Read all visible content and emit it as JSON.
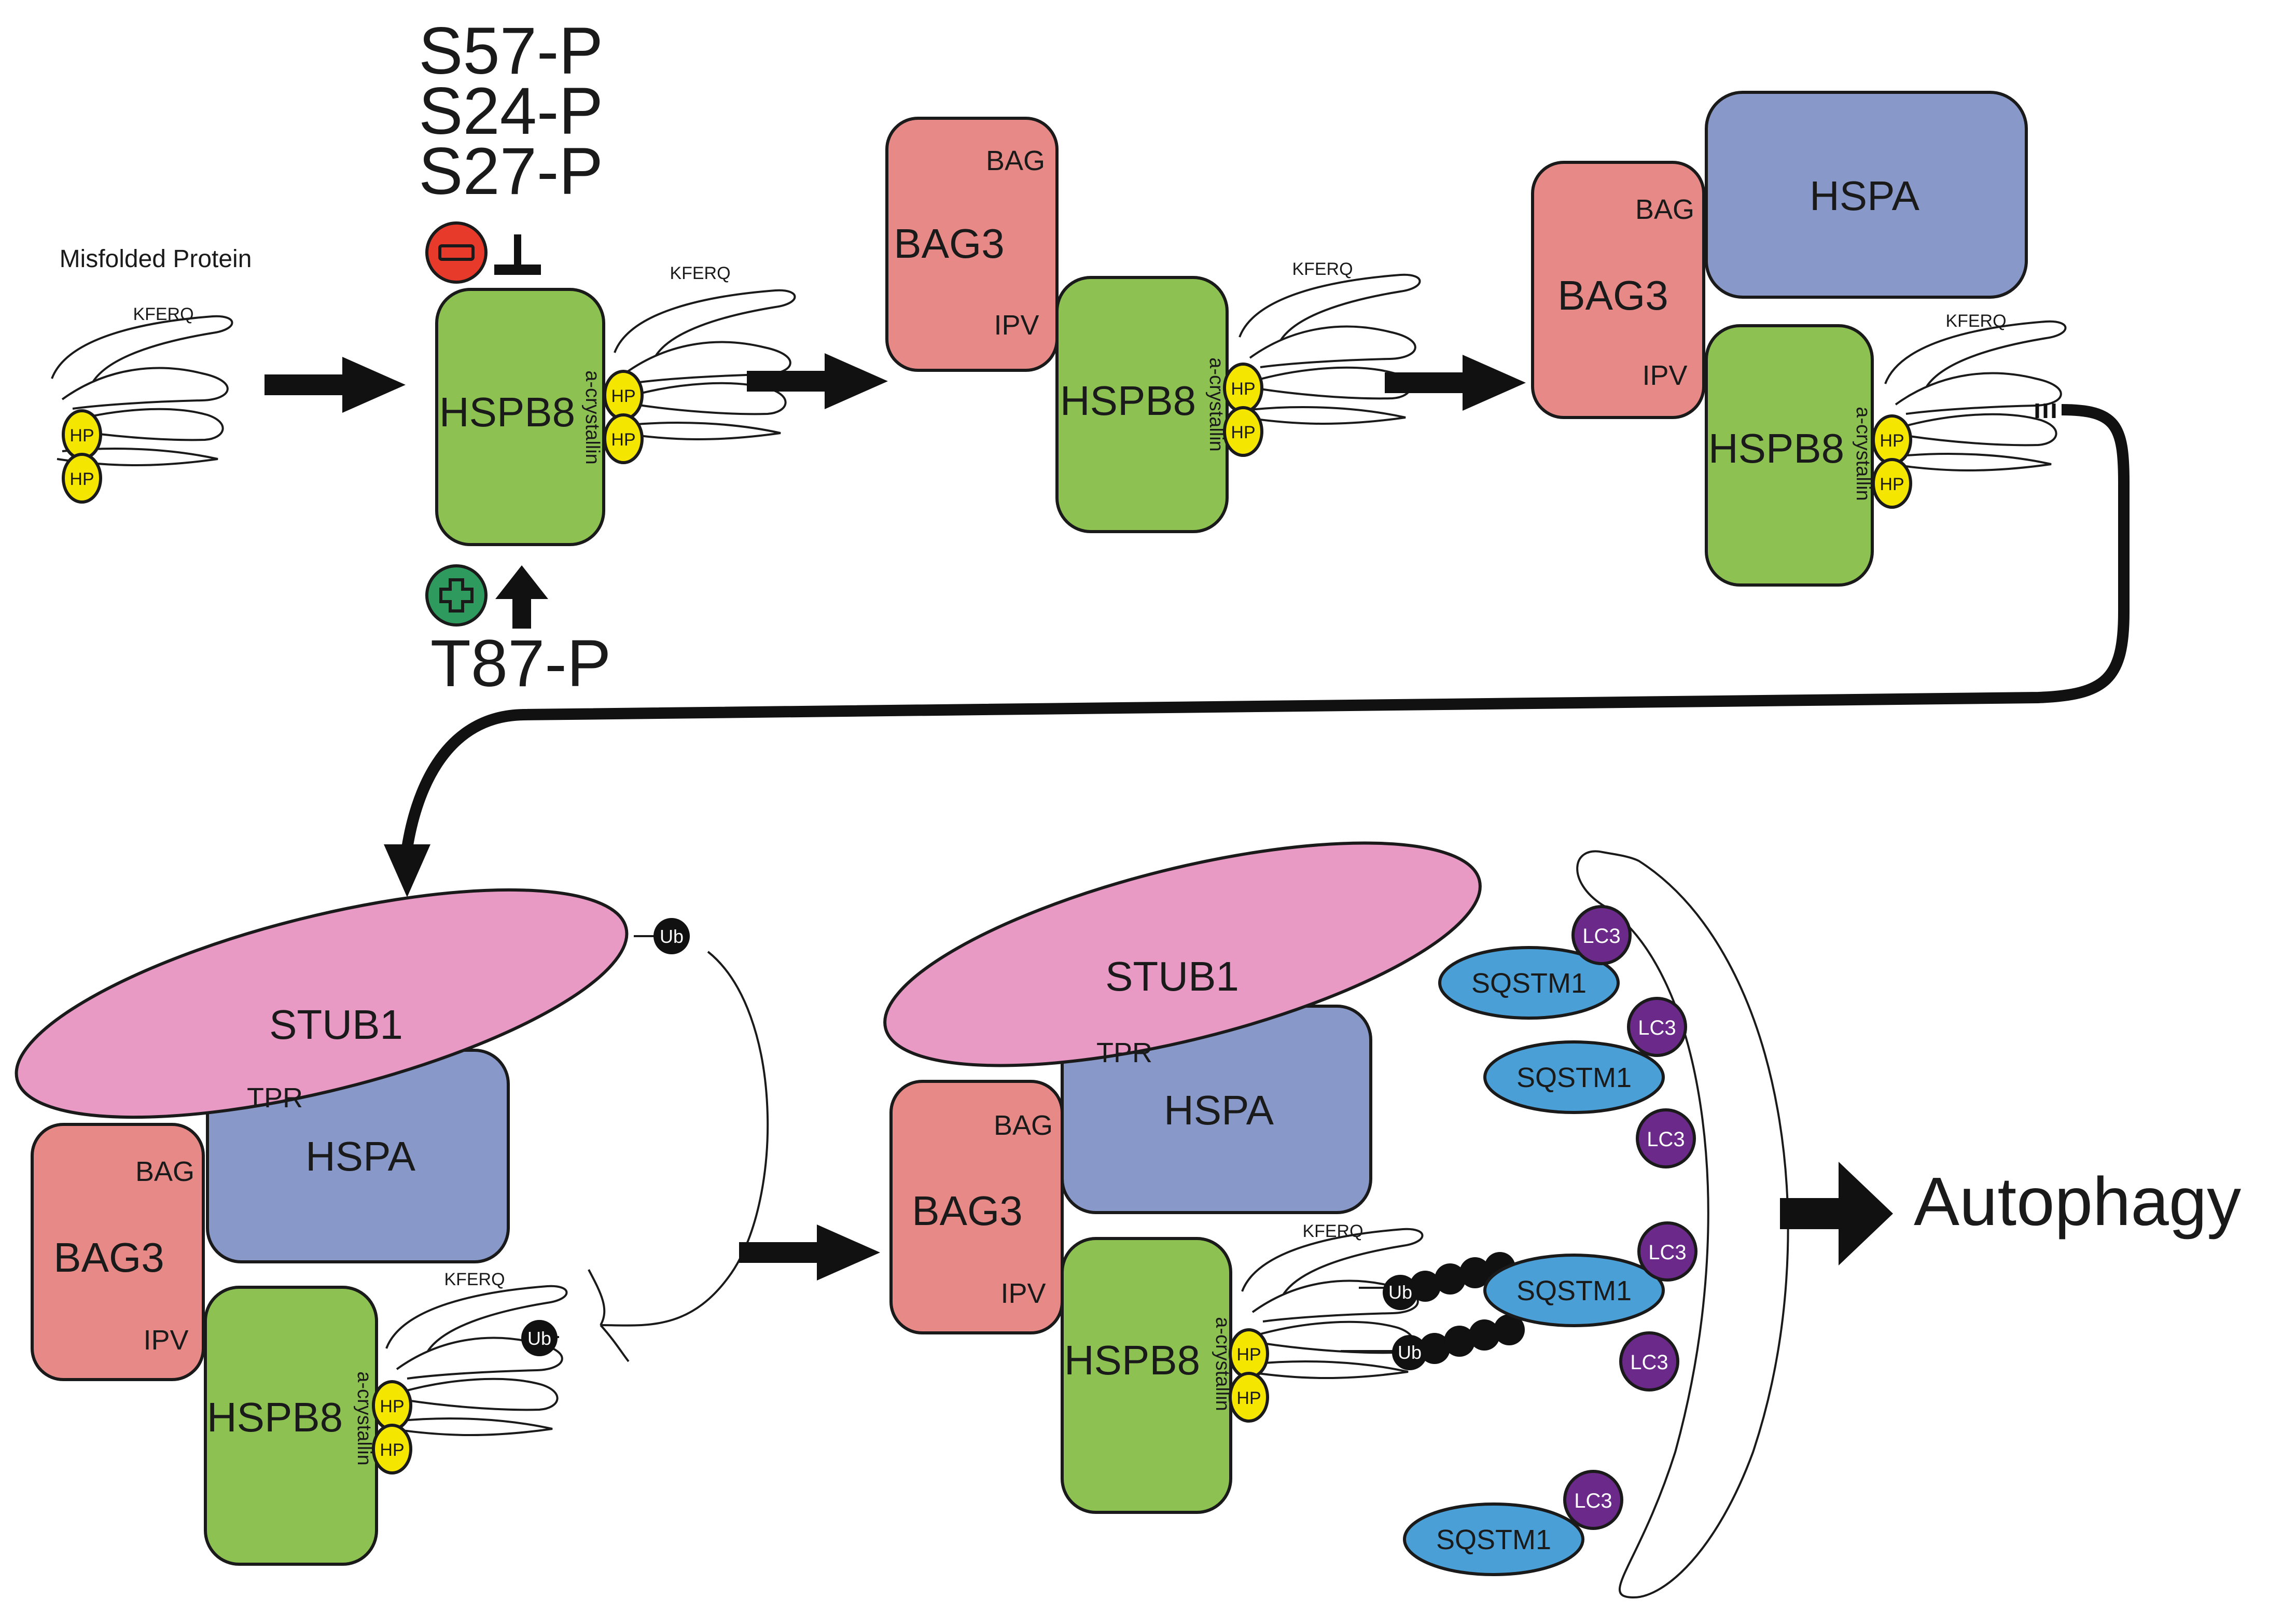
{
  "colors": {
    "hspb8": "#8DC152",
    "bag3": "#E78A87",
    "hspa": "#8898C8",
    "stub1": "#E89AC4",
    "sqstm1": "#4AA0D6",
    "lc3": "#6B2A8A",
    "hp": "#F5E600",
    "ub": "#111111",
    "inhibit": "#E83A2A",
    "activate": "#2E9A5E"
  },
  "labels": {
    "misfolded_protein": "Misfolded Protein",
    "kferq": "KFERQ",
    "hp": "HP",
    "hspb8": "HSPB8",
    "a_crystallin": "a-crystallin",
    "bag3": "BAG3",
    "bag": "BAG",
    "ipv": "IPV",
    "hspa": "HSPA",
    "stub1": "STUB1",
    "tpr": "TPR",
    "ub": "Ub",
    "sqstm1": "SQSTM1",
    "lc3": "LC3",
    "autophagy": "Autophagy"
  },
  "phosphosites": {
    "inhibitory": [
      "S57-P",
      "S24-P",
      "S27-P"
    ],
    "activating": "T87-P"
  },
  "icons": {
    "inhibit_badge": "minus-icon",
    "activate_badge": "plus-icon",
    "inhibit_bar": "inhibition-t-bar-icon",
    "activate_arrow": "up-arrow-icon",
    "step_arrow": "right-arrow-icon",
    "transition_arrow": "curved-arrow-icon"
  }
}
